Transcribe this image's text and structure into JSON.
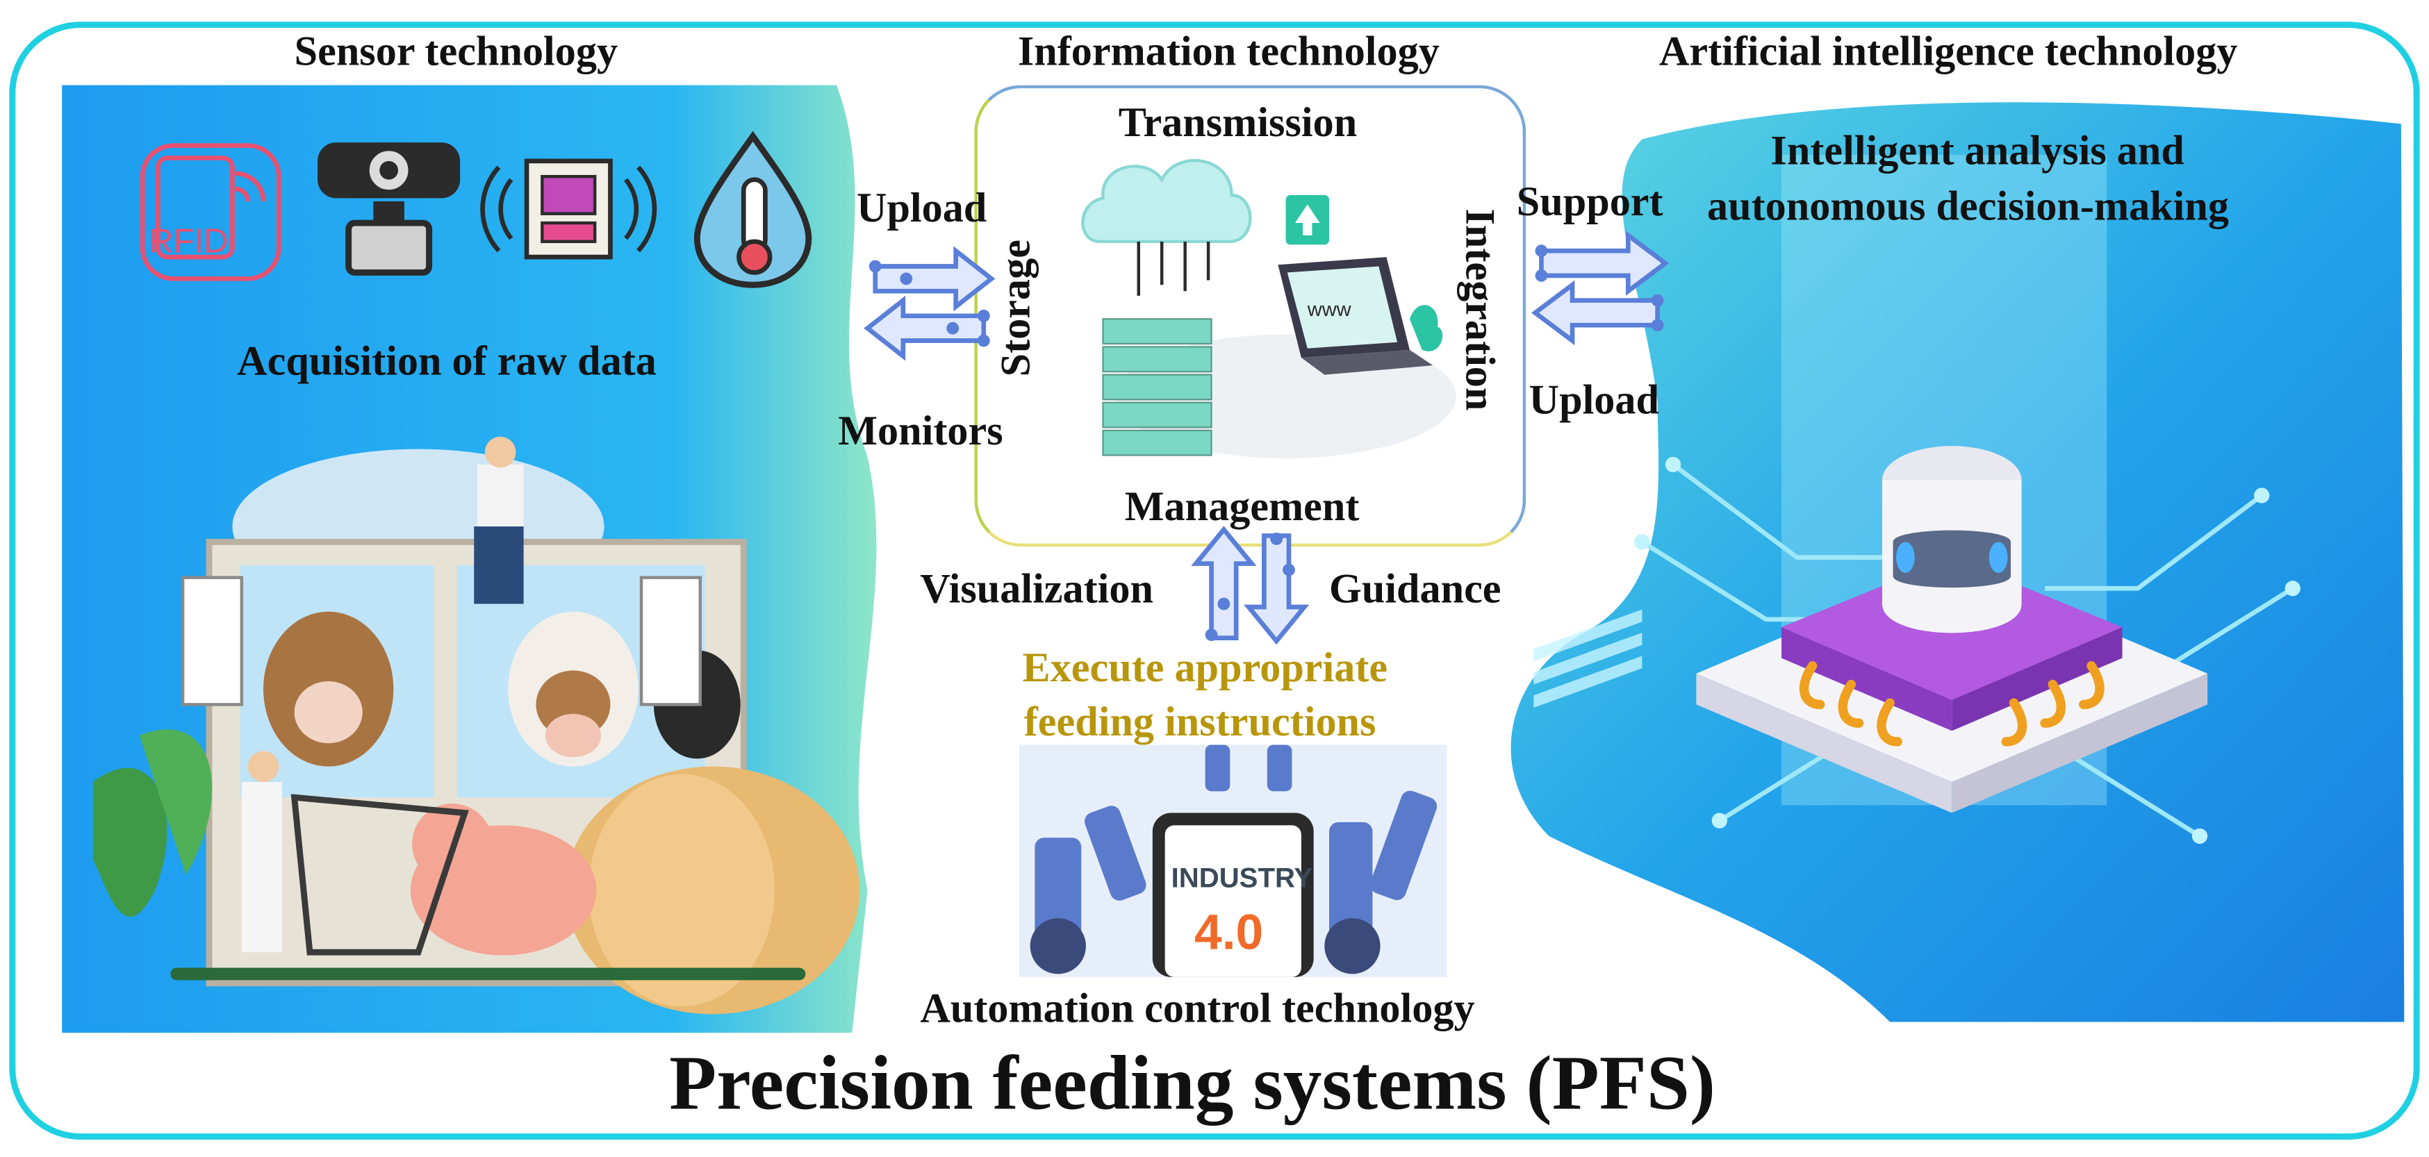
{
  "sections": {
    "sensor": "Sensor technology",
    "information": "Information technology",
    "ai": "Artificial intelligence technology",
    "automation": "Automation control technology"
  },
  "sensor_panel": {
    "caption": "Acquisition of raw data",
    "icons": [
      "rfid-icon",
      "camera-icon",
      "chip-sensor-icon",
      "water-thermometer-icon"
    ],
    "rfid_text": "RFID"
  },
  "info_panel": {
    "top": "Transmission",
    "left": "Storage",
    "right": "Integration",
    "bottom": "Management",
    "laptop_text": "www"
  },
  "arrows": {
    "upload_left": "Upload",
    "monitors": "Monitors",
    "support": "Support",
    "upload_right": "Upload",
    "visualization": "Visualization",
    "guidance": "Guidance"
  },
  "ai_panel": {
    "caption_line1": "Intelligent analysis and",
    "caption_line2": "autonomous decision-making"
  },
  "execute": {
    "line1": "Execute appropriate",
    "line2": "feeding instructions",
    "color": "#b8960c"
  },
  "industry": {
    "line1": "INDUSTRY",
    "line2": "4.0"
  },
  "title": "Precision feeding systems (PFS)",
  "colors": {
    "frame": "#1fd0e2",
    "left_panel": "#2aa8f0",
    "right_panel": "#1a9fe8",
    "arrow": "#5a7fd8"
  }
}
